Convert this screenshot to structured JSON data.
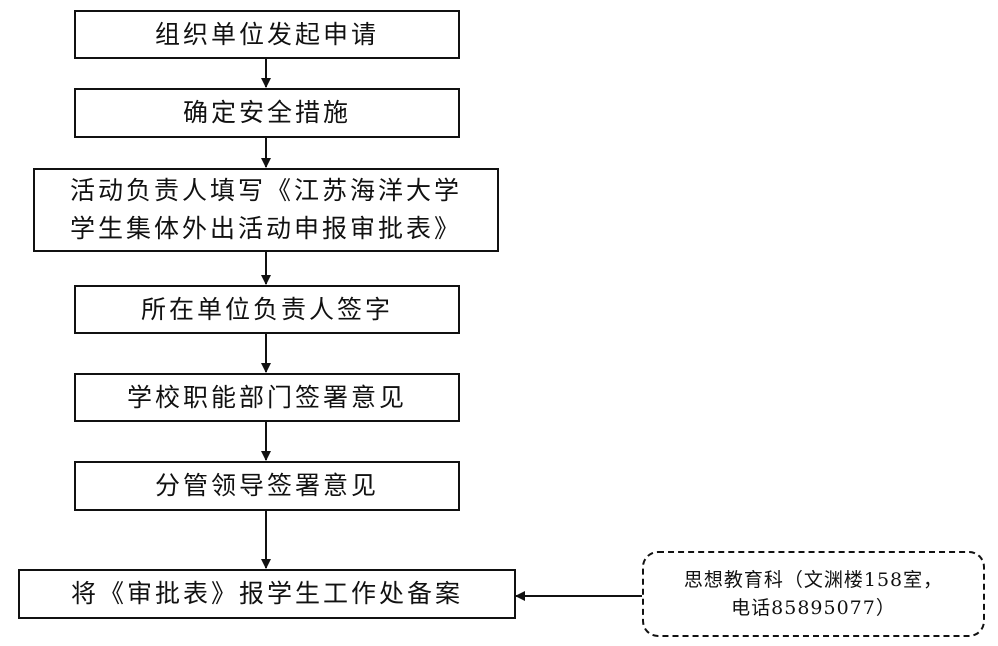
{
  "steps": [
    {
      "label": "组织单位发起申请"
    },
    {
      "label": "确定安全措施"
    },
    {
      "label_line1": "活动负责人填写《江苏海洋大学",
      "label_line2": "学生集体外出活动申报审批表》"
    },
    {
      "label": "所在单位负责人签字"
    },
    {
      "label": "学校职能部门签署意见"
    },
    {
      "label": "分管领导签署意见"
    },
    {
      "label": "将《审批表》报学生工作处备案"
    }
  ],
  "note": {
    "line1": "思想教育科（文渊楼158室，",
    "line2": "电话85895077）"
  }
}
